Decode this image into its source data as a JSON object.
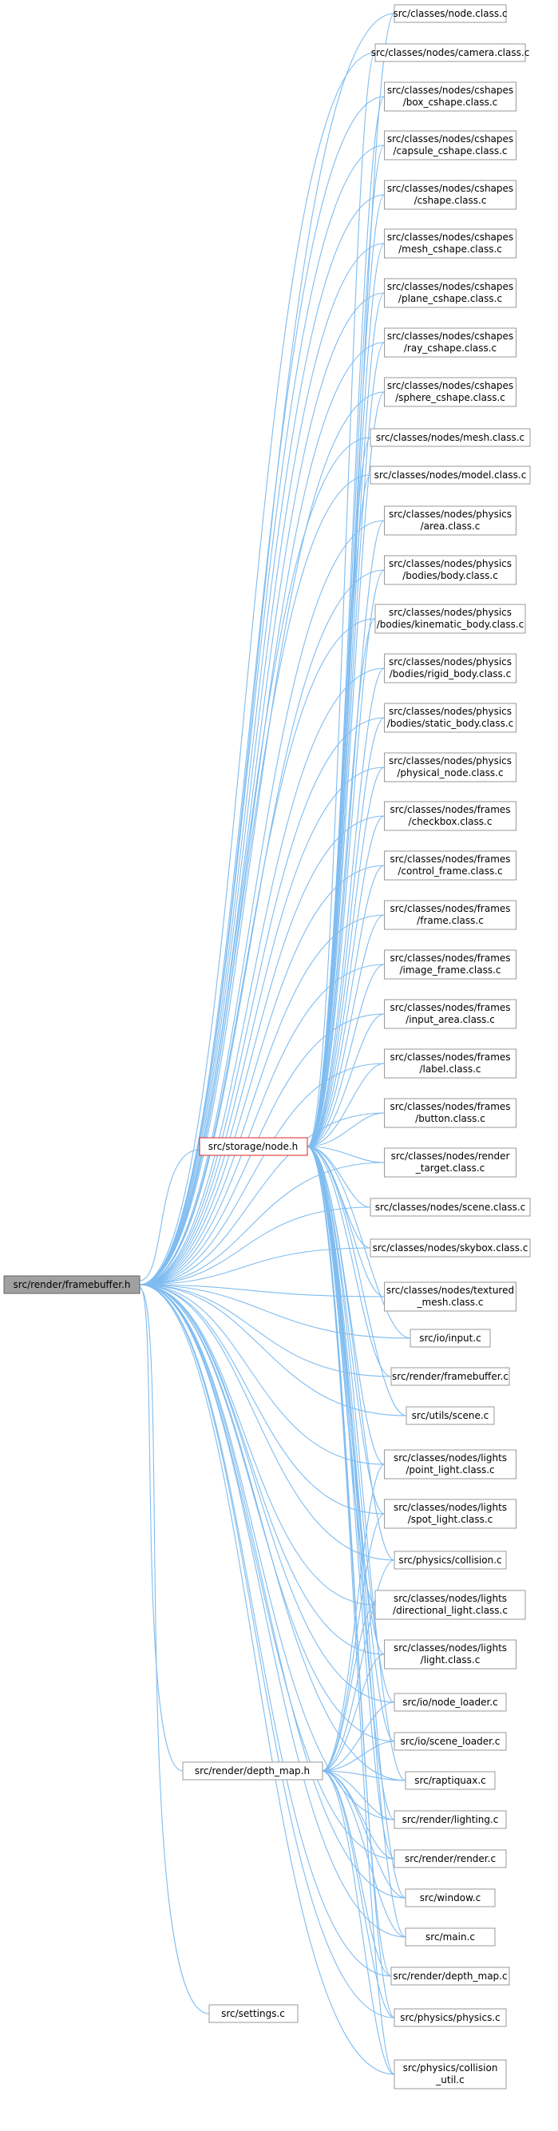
{
  "graph": {
    "root": "src/render/framebuffer.h",
    "hubs": {
      "node_h": "src/storage/node.h",
      "depth_map_h": "src/render/depth_map.h",
      "settings_c": "src/settings.c"
    },
    "colors": {
      "edge": "#7fbcf0",
      "root_fill": "#a0a0a0",
      "hub_border": "#e02020",
      "node_border": "#999999"
    },
    "nodes": [
      {
        "id": "n0",
        "lines": [
          "src/classes/node.class.c"
        ]
      },
      {
        "id": "n1",
        "lines": [
          "src/classes/nodes/camera.class.c"
        ]
      },
      {
        "id": "n2",
        "lines": [
          "src/classes/nodes/cshapes",
          "/box_cshape.class.c"
        ]
      },
      {
        "id": "n3",
        "lines": [
          "src/classes/nodes/cshapes",
          "/capsule_cshape.class.c"
        ]
      },
      {
        "id": "n4",
        "lines": [
          "src/classes/nodes/cshapes",
          "/cshape.class.c"
        ]
      },
      {
        "id": "n5",
        "lines": [
          "src/classes/nodes/cshapes",
          "/mesh_cshape.class.c"
        ]
      },
      {
        "id": "n6",
        "lines": [
          "src/classes/nodes/cshapes",
          "/plane_cshape.class.c"
        ]
      },
      {
        "id": "n7",
        "lines": [
          "src/classes/nodes/cshapes",
          "/ray_cshape.class.c"
        ]
      },
      {
        "id": "n8",
        "lines": [
          "src/classes/nodes/cshapes",
          "/sphere_cshape.class.c"
        ]
      },
      {
        "id": "n9",
        "lines": [
          "src/classes/nodes/mesh.class.c"
        ]
      },
      {
        "id": "n10",
        "lines": [
          "src/classes/nodes/model.class.c"
        ]
      },
      {
        "id": "n11",
        "lines": [
          "src/classes/nodes/physics",
          "/area.class.c"
        ]
      },
      {
        "id": "n12",
        "lines": [
          "src/classes/nodes/physics",
          "/bodies/body.class.c"
        ]
      },
      {
        "id": "n13",
        "lines": [
          "src/classes/nodes/physics",
          "/bodies/kinematic_body.class.c"
        ]
      },
      {
        "id": "n14",
        "lines": [
          "src/classes/nodes/physics",
          "/bodies/rigid_body.class.c"
        ]
      },
      {
        "id": "n15",
        "lines": [
          "src/classes/nodes/physics",
          "/bodies/static_body.class.c"
        ]
      },
      {
        "id": "n16",
        "lines": [
          "src/classes/nodes/physics",
          "/physical_node.class.c"
        ]
      },
      {
        "id": "n17",
        "lines": [
          "src/classes/nodes/frames",
          "/checkbox.class.c"
        ]
      },
      {
        "id": "n18",
        "lines": [
          "src/classes/nodes/frames",
          "/control_frame.class.c"
        ]
      },
      {
        "id": "n19",
        "lines": [
          "src/classes/nodes/frames",
          "/frame.class.c"
        ]
      },
      {
        "id": "n20",
        "lines": [
          "src/classes/nodes/frames",
          "/image_frame.class.c"
        ]
      },
      {
        "id": "n21",
        "lines": [
          "src/classes/nodes/frames",
          "/input_area.class.c"
        ]
      },
      {
        "id": "n22",
        "lines": [
          "src/classes/nodes/frames",
          "/label.class.c"
        ]
      },
      {
        "id": "n23",
        "lines": [
          "src/classes/nodes/frames",
          "/button.class.c"
        ]
      },
      {
        "id": "n24",
        "lines": [
          "src/classes/nodes/render",
          "_target.class.c"
        ]
      },
      {
        "id": "n25",
        "lines": [
          "src/classes/nodes/scene.class.c"
        ]
      },
      {
        "id": "n26",
        "lines": [
          "src/classes/nodes/skybox.class.c"
        ]
      },
      {
        "id": "n27",
        "lines": [
          "src/classes/nodes/textured",
          "_mesh.class.c"
        ]
      },
      {
        "id": "n28",
        "lines": [
          "src/io/input.c"
        ]
      },
      {
        "id": "n29",
        "lines": [
          "src/render/framebuffer.c"
        ]
      },
      {
        "id": "n30",
        "lines": [
          "src/utils/scene.c"
        ]
      },
      {
        "id": "n31",
        "lines": [
          "src/classes/nodes/lights",
          "/point_light.class.c"
        ]
      },
      {
        "id": "n32",
        "lines": [
          "src/classes/nodes/lights",
          "/spot_light.class.c"
        ]
      },
      {
        "id": "n33",
        "lines": [
          "src/physics/collision.c"
        ]
      },
      {
        "id": "n34",
        "lines": [
          "src/classes/nodes/lights",
          "/directional_light.class.c"
        ]
      },
      {
        "id": "n35",
        "lines": [
          "src/classes/nodes/lights",
          "/light.class.c"
        ]
      },
      {
        "id": "n36",
        "lines": [
          "src/io/node_loader.c"
        ]
      },
      {
        "id": "n37",
        "lines": [
          "src/io/scene_loader.c"
        ]
      },
      {
        "id": "n38",
        "lines": [
          "src/raptiquax.c"
        ]
      },
      {
        "id": "n39",
        "lines": [
          "src/render/lighting.c"
        ]
      },
      {
        "id": "n40",
        "lines": [
          "src/render/render.c"
        ]
      },
      {
        "id": "n41",
        "lines": [
          "src/window.c"
        ]
      },
      {
        "id": "n42",
        "lines": [
          "src/main.c"
        ]
      },
      {
        "id": "n43",
        "lines": [
          "src/render/depth_map.c"
        ]
      },
      {
        "id": "n44",
        "lines": [
          "src/physics/physics.c"
        ]
      },
      {
        "id": "n45",
        "lines": [
          "src/physics/collision",
          "_util.c"
        ]
      }
    ]
  }
}
